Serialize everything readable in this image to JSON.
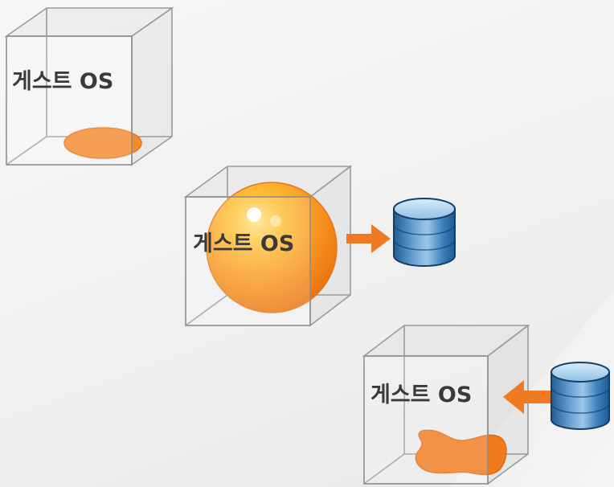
{
  "colors": {
    "accent_orange": "#f07a24",
    "database_blue": "#2f6fa8",
    "cube_stroke": "#9a9a9a",
    "label_text": "#3a3a3a"
  },
  "panels": [
    {
      "label": "게스트 OS",
      "content": "puddle-icon"
    },
    {
      "label": "게스트 OS",
      "content": "sphere-icon",
      "arrow": "to-database"
    },
    {
      "label": "게스트 OS",
      "content": "blob-icon",
      "arrow": "from-database"
    }
  ]
}
